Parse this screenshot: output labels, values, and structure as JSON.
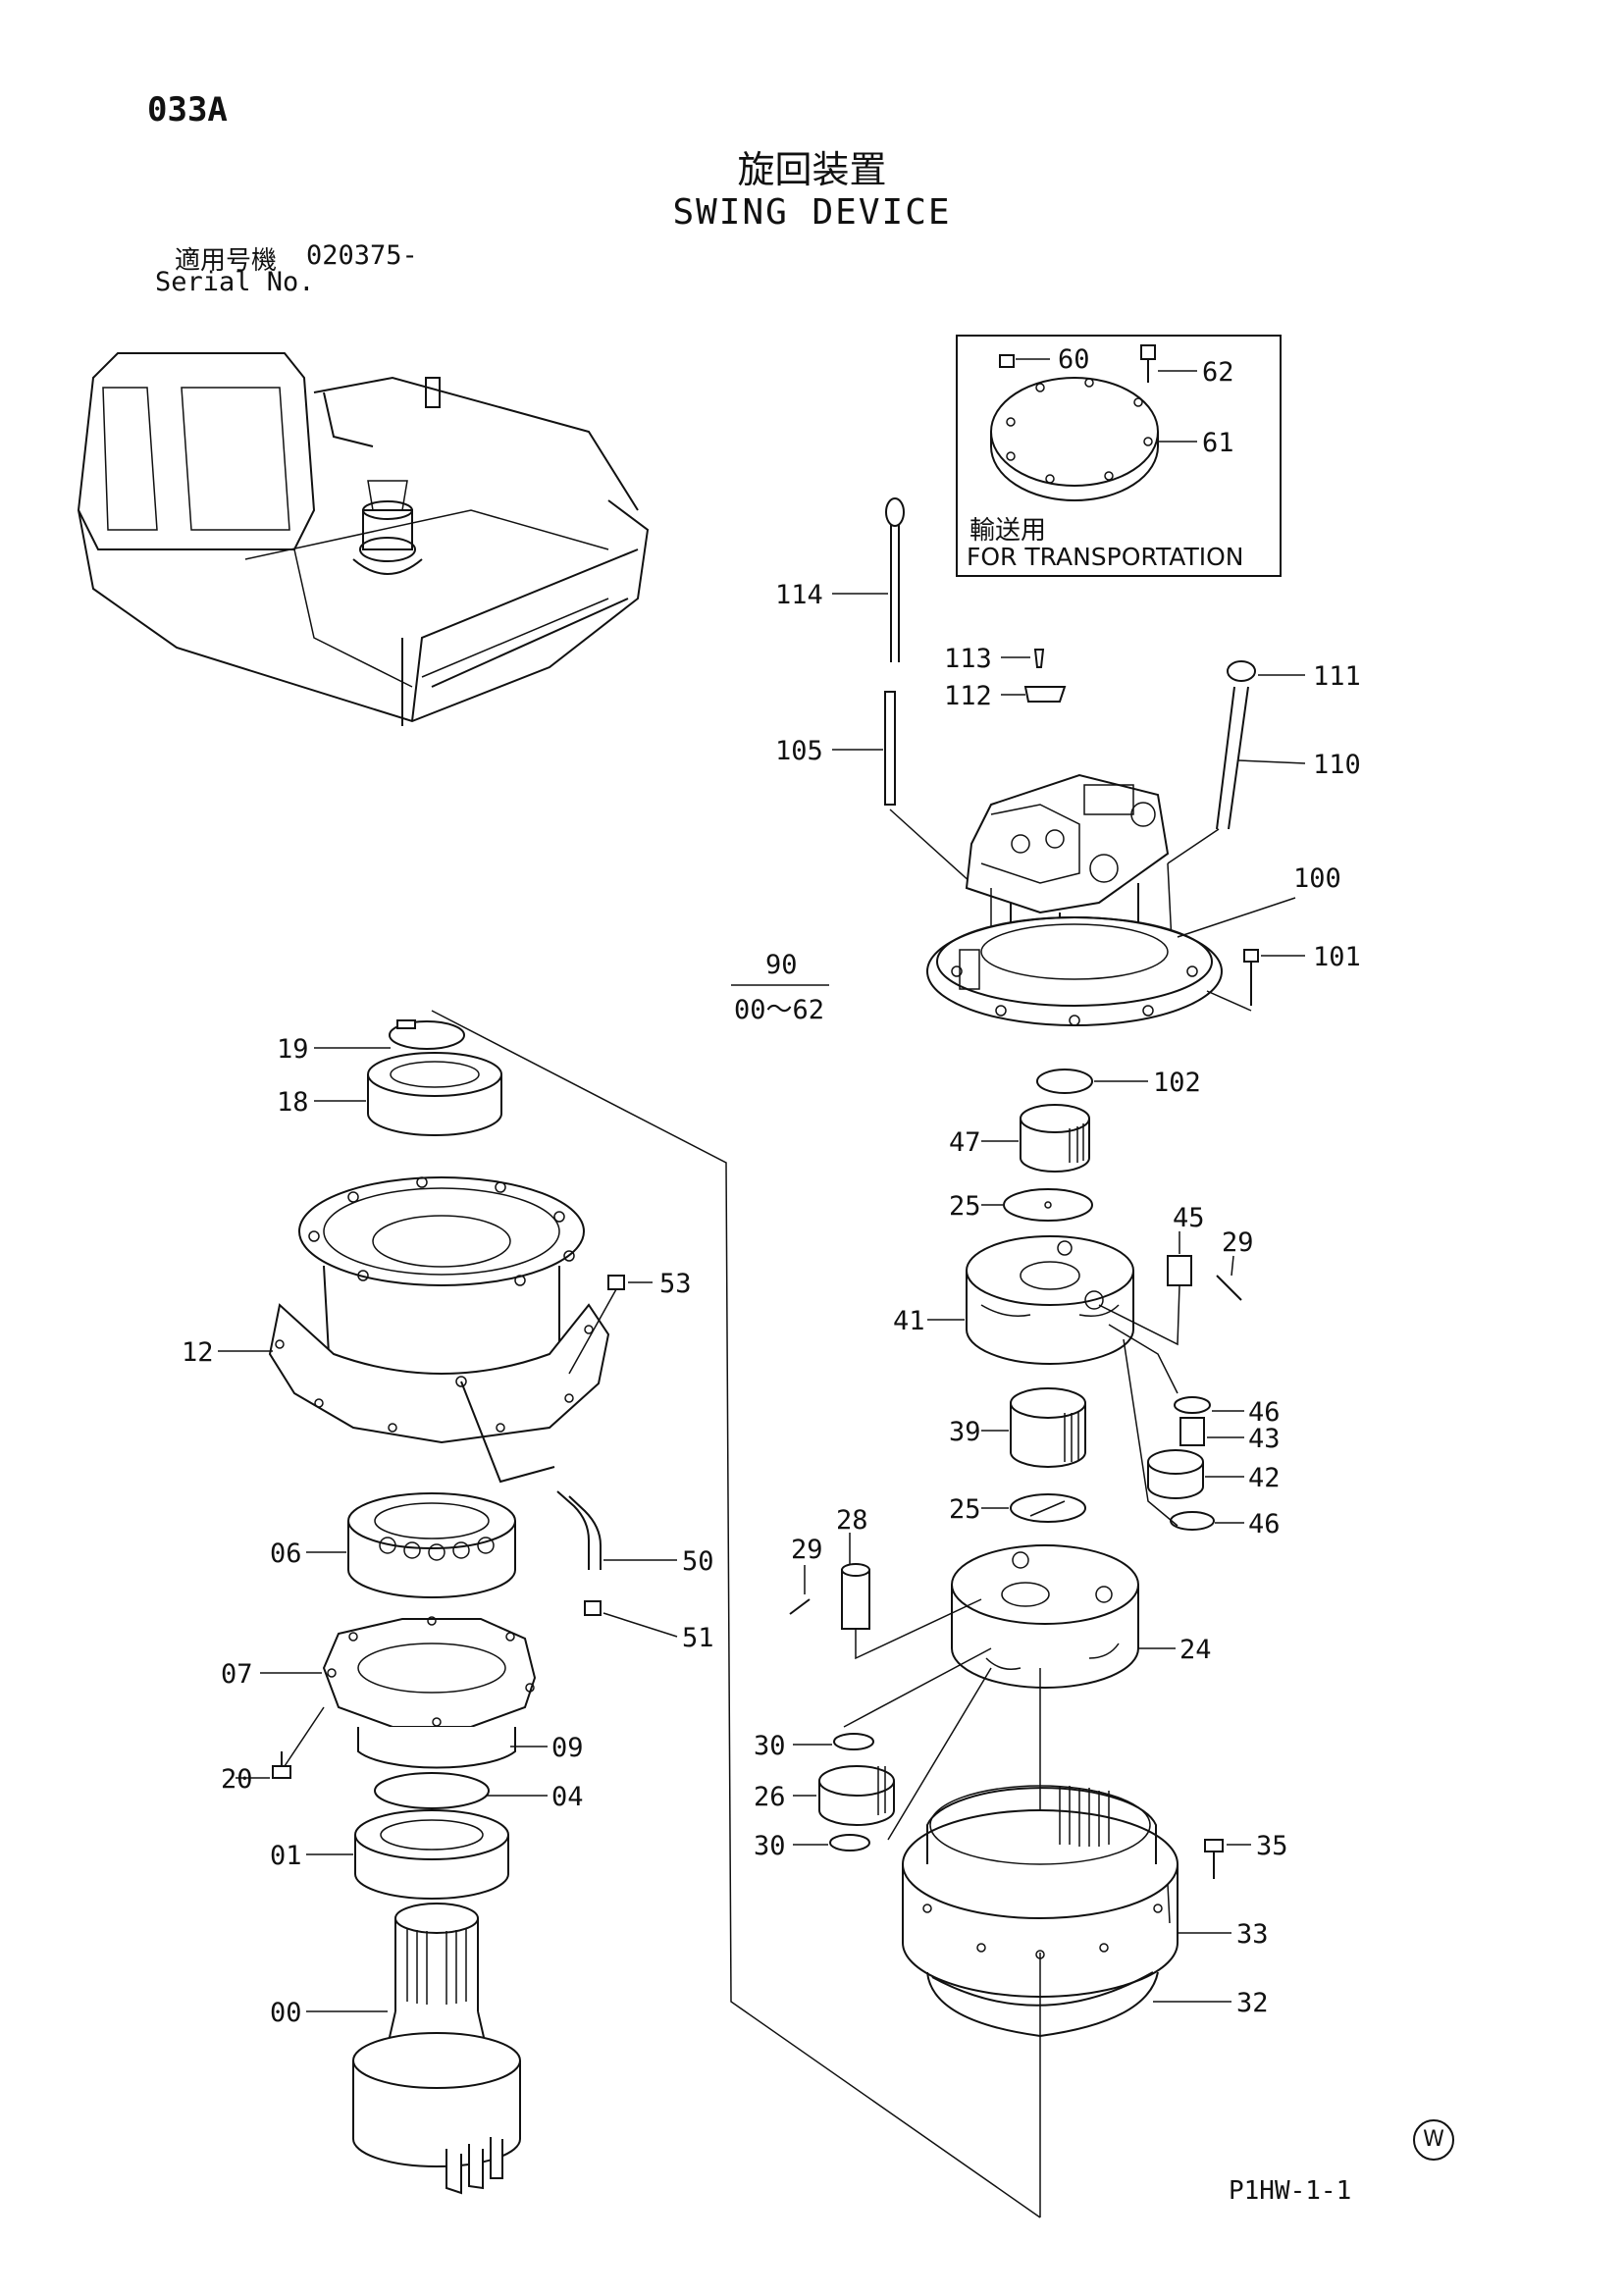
{
  "header": {
    "page_code": "033A",
    "title_jp": "旋回装置",
    "title_en": "SWING DEVICE",
    "serial_label_jp": "適用号機",
    "serial_value": "020375-",
    "serial_label_en": "Serial No."
  },
  "transport_box": {
    "label_jp": "輸送用",
    "label_en": "FOR TRANSPORTATION"
  },
  "group": {
    "number": "90",
    "range": "00～62"
  },
  "callouts": {
    "c60": "60",
    "c62": "62",
    "c61": "61",
    "c114": "114",
    "c113": "113",
    "c112": "112",
    "c111": "111",
    "c105": "105",
    "c110": "110",
    "c100": "100",
    "c101": "101",
    "c102": "102",
    "c47": "47",
    "c25a": "25",
    "c45": "45",
    "c29a": "29",
    "c41": "41",
    "c46a": "46",
    "c39": "39",
    "c43": "43",
    "c42": "42",
    "c25b": "25",
    "c46b": "46",
    "c29b": "29",
    "c28": "28",
    "c24": "24",
    "c30a": "30",
    "c26": "26",
    "c30b": "30",
    "c35": "35",
    "c33": "33",
    "c32": "32",
    "c19": "19",
    "c18": "18",
    "c12": "12",
    "c53": "53",
    "c06": "06",
    "c50": "50",
    "c51": "51",
    "c07": "07",
    "c09": "09",
    "c20": "20",
    "c04": "04",
    "c01": "01",
    "c00": "00"
  },
  "footer": {
    "sheet_code": "P1HW-1-1",
    "watermark_symbol": "W"
  }
}
